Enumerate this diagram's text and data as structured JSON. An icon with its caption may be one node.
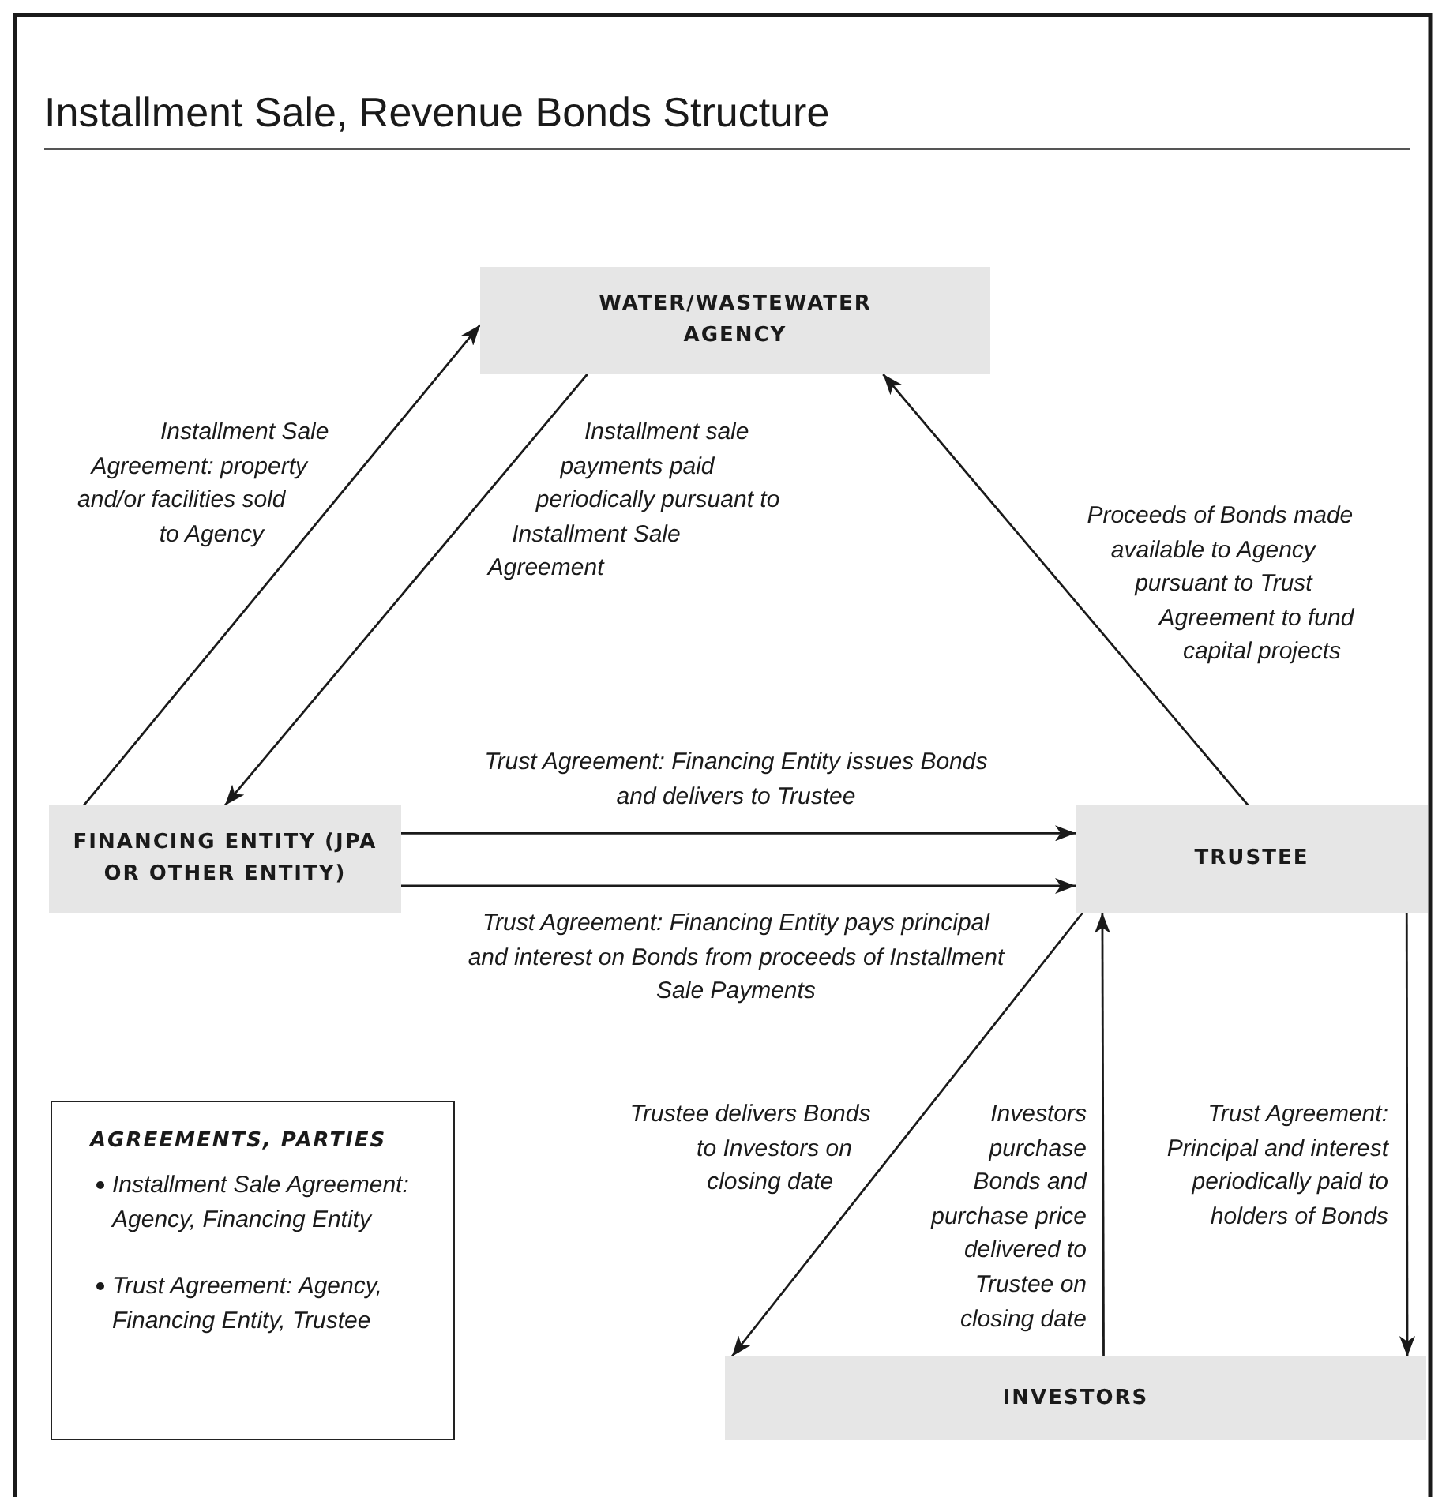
{
  "diagram": {
    "title": "Installment Sale, Revenue Bonds Structure",
    "nodes": [
      {
        "text": [
          "WATER/WASTEWATER AGENCY"
        ]
      },
      {
        "text": [
          "FINANCING ENTITY (JPA OR OTHER ENTITY)"
        ]
      },
      {
        "text": [
          "TRUSTEE"
        ]
      },
      {
        "text": [
          "INVESTORS"
        ]
      },
      {
        "text": [
          "AGREEMENTS, PARTIES",
          "Installment Sale Agreement: Agency, Financing Entity",
          "Trust Agreement: Agency, Financing Entity, Trustee"
        ]
      }
    ],
    "edges": [
      {
        "from": 1,
        "to": 0,
        "arrow": "to",
        "label": "Installment Sale Agreement: property and/or facilities sold to Agency"
      },
      {
        "from": 0,
        "to": 1,
        "arrow": "to",
        "label": "Installment sale payments paid periodically pursuant to Installment Sale Agreement"
      },
      {
        "from": 2,
        "to": 0,
        "arrow": "to",
        "label": "Proceeds of Bonds made available to Agency pursuant to Trust Agreement to fund capital projects"
      },
      {
        "from": 1,
        "to": 2,
        "arrow": "to",
        "label": "Trust Agreement: Financing Entity issues Bonds and delivers to Trustee"
      },
      {
        "from": 1,
        "to": 2,
        "arrow": "to",
        "label": "Trust Agreement: Financing Entity pays principal and interest on Bonds from proceeds of Installment Sale Payments"
      },
      {
        "from": 2,
        "to": 3,
        "arrow": "to",
        "label": "Trustee delivers Bonds to Investors on closing date"
      },
      {
        "from": 3,
        "to": 2,
        "arrow": "to",
        "label": "Investors purchase Bonds and purchase price delivered to Trustee on closing date"
      },
      {
        "from": 2,
        "to": 3,
        "arrow": "to",
        "label": "Trust Agreement: Principal and interest periodically paid to holders of Bonds"
      }
    ]
  }
}
